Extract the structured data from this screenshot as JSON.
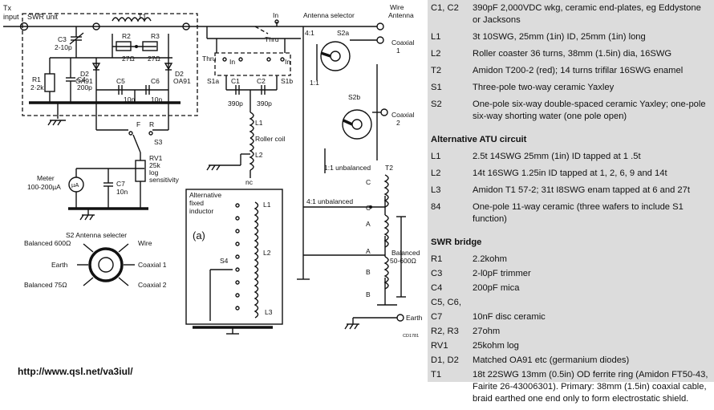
{
  "schematic": {
    "tx_input": "Tx",
    "tx_input2": "input",
    "swr_unit": "SWR unit",
    "t1": "T1",
    "c3": "C3",
    "c3_val": "2-10p",
    "r2": "R2",
    "r3": "R3",
    "r2_val": "27Ω",
    "r3_val": "27Ω",
    "r1": "R1",
    "r1_val": "2·2k",
    "c4": "C4",
    "c4_val": "200p",
    "d2_left": "D2",
    "d2_left_val": "OA91",
    "d2_right": "D2",
    "d2_right_val": "OA91",
    "c5": "C5",
    "c5_val": "10n",
    "c6": "C6",
    "c6_val": "10n",
    "f": "F",
    "r": "R",
    "s3": "S3",
    "rv1": "RV1",
    "rv1_val": "25k",
    "rv1_log": "log",
    "rv1_sens": "sensitivity",
    "meter": "Meter",
    "meter_range": "100-200µA",
    "meter_ua": "µA",
    "c7": "C7",
    "c7_val": "10n",
    "s2_title": "S2 Antenna selecter",
    "balanced600": "Balanced 600Ω",
    "wire": "Wire",
    "earth": "Earth",
    "coax1": "Coaxial 1",
    "balanced75": "Balanced 75Ω",
    "coax2": "Coaxial 2",
    "in_top": "In",
    "thru_top": "Thru",
    "thru_left": "Thru",
    "in_left": "In",
    "in_right": "In",
    "s1a": "S1a",
    "s1b": "S1b",
    "c1": "C1",
    "c2": "C2",
    "c1_val": "390p",
    "c2_val": "390p",
    "l1": "L1",
    "roller": "Roller coil",
    "l2": "L2",
    "nc": "nc",
    "alt_title1": "Alternative",
    "alt_title2": "fixed",
    "alt_title3": "inductor",
    "alt_l1": "L1",
    "alt_l2": "L2",
    "alt_l3": "L3",
    "alt_a": "(a)",
    "s4": "S4",
    "ant_sel": "Antenna selector",
    "ant_wire1": "Wire",
    "ant_wire2": "Antenna",
    "ratio41": "4:1",
    "s2a": "S2a",
    "s2b": "S2b",
    "ratio11": "1:1",
    "coax1_1": "Coaxial",
    "coax1_2": "1",
    "coax2_1": "Coaxial",
    "coax2_2": "2",
    "t2_11": "1:1 unbalanced",
    "t2": "T2",
    "t2_41": "4:1 unbalanced",
    "tap_c1": "C",
    "tap_c2": "C",
    "tap_a1": "A",
    "tap_a2": "A",
    "tap_b1": "B",
    "tap_b2": "B",
    "balanced_1": "Balanced",
    "balanced_2": "50-600Ω",
    "earth_r": "Earth",
    "code": "CD1781"
  },
  "parts_list": {
    "main": [
      {
        "ref": "C1, C2",
        "desc": "390pF 2,000VDC wkg, ceramic end-plates, eg Eddystone or Jacksons"
      },
      {
        "ref": "L1",
        "desc": "3t 10SWG, 25mm (1in) ID, 25mm (1in) long"
      },
      {
        "ref": "L2",
        "desc": "Roller coaster 36 turns, 38mm (1.5in) dia, 16SWG"
      },
      {
        "ref": "T2",
        "desc": "Amidon T200-2 (red); 14 turns trifilar 16SWG enamel"
      },
      {
        "ref": "S1",
        "desc": "Three-pole two-way ceramic Yaxley"
      },
      {
        "ref": "S2",
        "desc": "One-pole six-way double-spaced ceramic Yaxley; one-pole six-way shorting water (one pole open)"
      }
    ],
    "atu_title": "Alternative ATU circuit",
    "atu": [
      {
        "ref": "L1",
        "desc": "2.5t 14SWG 25mm (1in) ID tapped at 1 .5t"
      },
      {
        "ref": "L2",
        "desc": "14t 16SWG 1.25in ID tapped at 1, 2, 6, 9 and 14t"
      },
      {
        "ref": "L3",
        "desc": "Amidon T1 57-2; 31t I8SWG enam tapped at 6 and 27t"
      },
      {
        "ref": "84",
        "desc": "One-pole 11-way ceramic (three wafers to include S1 function)"
      }
    ],
    "swr_title": "SWR bridge",
    "swr": [
      {
        "ref": "R1",
        "desc": "2.2kohm"
      },
      {
        "ref": "C3",
        "desc": "2-l0pF trimmer"
      },
      {
        "ref": "C4",
        "desc": "200pF mica"
      },
      {
        "ref": "C5, C6,",
        "desc": ""
      },
      {
        "ref": "   C7",
        "desc": "10nF disc ceramic"
      },
      {
        "ref": "R2, R3",
        "desc": "27ohm"
      },
      {
        "ref": "RV1",
        "desc": "25kohm log"
      },
      {
        "ref": "D1, D2",
        "desc": "Matched OA91 etc (germanium diodes)"
      },
      {
        "ref": "T1",
        "desc": "18t 22SWG 13mm (0.5in) OD ferrite ring (Amidon FT50-43, Fairite 26-43006301). Primary: 38mm (1.5in) coaxial cable, braid earthed one end only to form electrostatic shield."
      }
    ]
  },
  "footer_url": "http://www.qsl.net/va3iul/"
}
